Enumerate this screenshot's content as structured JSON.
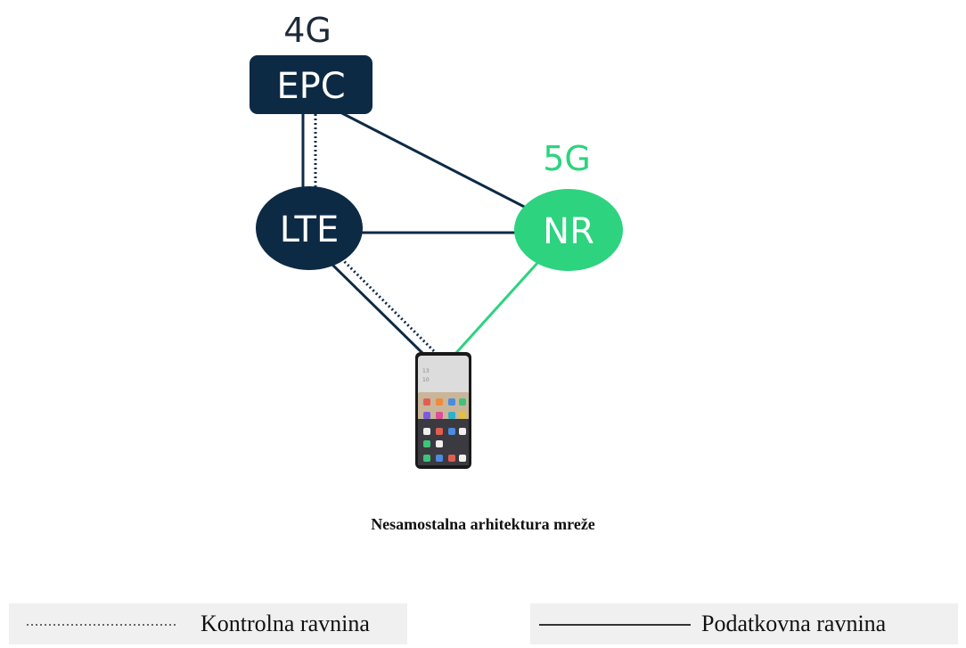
{
  "diagram": {
    "nodes": {
      "epc": {
        "label": "EPC",
        "group": "4G",
        "color": "#0d2a45"
      },
      "lte": {
        "label": "LTE",
        "color": "#0d2a45"
      },
      "nr": {
        "label": "NR",
        "group": "5G",
        "color": "#2dd37f"
      }
    },
    "edges": [
      {
        "from": "EPC",
        "to": "LTE",
        "planes": [
          "data",
          "control"
        ]
      },
      {
        "from": "EPC",
        "to": "NR",
        "planes": [
          "data"
        ]
      },
      {
        "from": "LTE",
        "to": "NR",
        "planes": [
          "data"
        ]
      },
      {
        "from": "LTE",
        "to": "UE",
        "planes": [
          "data",
          "control"
        ]
      },
      {
        "from": "NR",
        "to": "UE",
        "planes": [
          "data"
        ]
      }
    ],
    "device": {
      "icon": "smartphone-icon"
    },
    "caption": "Nesamostalna arhitektura mreže"
  },
  "legend": {
    "control": {
      "label": "Kontrolna ravnina",
      "style": "dotted"
    },
    "data": {
      "label": "Podatkovna ravnina",
      "style": "solid"
    }
  },
  "colors": {
    "dark": "#0d2a45",
    "green": "#2dd37f",
    "text4g": "#1d2a3a"
  }
}
